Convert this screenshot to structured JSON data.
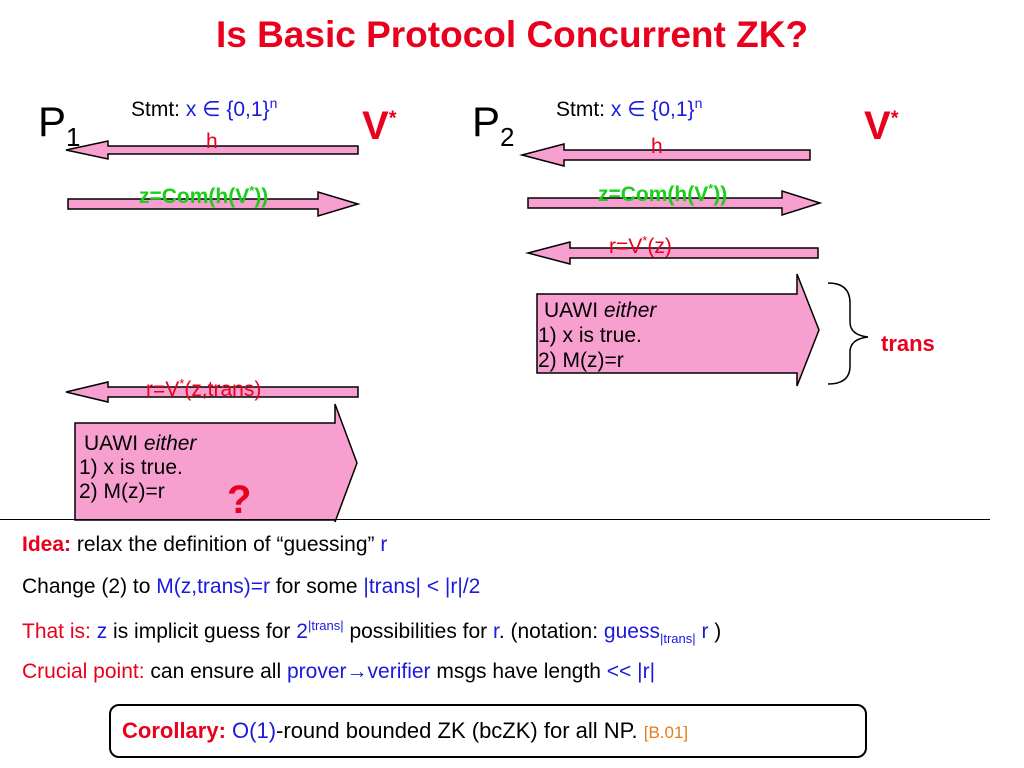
{
  "title": "Is Basic Protocol Concurrent ZK?",
  "left": {
    "prover": "P",
    "prover_sub": "1",
    "verifier": "V",
    "verifier_sup": "*",
    "stmt_label": "Stmt:",
    "stmt_x": "x",
    "stmt_in": "∈",
    "stmt_set": "{0,1}",
    "stmt_sup": "n",
    "msg_h": "h",
    "msg_z_a": "z=Com(h(V",
    "msg_z_sup": "*",
    "msg_z_b": "))",
    "msg_r_a": "r=V",
    "msg_r_sup": "*",
    "msg_r_b": "(z,trans)",
    "box_line1_a": "UAWI ",
    "box_line1_b": "either",
    "box_line2": "1) x is true.",
    "box_line3": "2) M(z)=r",
    "question": "?"
  },
  "right": {
    "prover": "P",
    "prover_sub": "2",
    "verifier": "V",
    "verifier_sup": "*",
    "stmt_label": "Stmt:",
    "stmt_x": "x",
    "stmt_in": "∈",
    "stmt_set": "{0,1}",
    "stmt_sup": "n",
    "msg_h": "h",
    "msg_z_a": "z=Com(h(V",
    "msg_z_sup": "*",
    "msg_z_b": "))",
    "msg_r_a": "r=V",
    "msg_r_sup": "*",
    "msg_r_b": "(z)",
    "box_line1_a": "UAWI ",
    "box_line1_b": "either",
    "box_line2": "1) x is true.",
    "box_line3": "2) M(z)=r",
    "trans_label": "trans"
  },
  "notes": {
    "idea_label": "Idea:",
    "idea_text": " relax the definition of “guessing” ",
    "idea_r": "r",
    "change_a": "Change (2) to ",
    "change_b": "M(z,trans)=r",
    "change_c": " for some ",
    "change_d": "|trans| < |r|/2",
    "thatis_label": "That is: ",
    "thatis_z": "z",
    "thatis_a": " is implicit guess for ",
    "thatis_2": "2",
    "thatis_sup": "|trans|",
    "thatis_b": " possibilities for ",
    "thatis_r": "r",
    "thatis_c": ". (notation: ",
    "thatis_guess": "guess",
    "thatis_sub": "|trans|",
    "thatis_r2": " r",
    "thatis_d": " )",
    "crucial_label": "Crucial point: ",
    "crucial_a": "can ensure all ",
    "crucial_b": "prover",
    "crucial_arrow": "→",
    "crucial_c": "verifier",
    "crucial_d": " msgs have length ",
    "crucial_e": "<< |r|"
  },
  "corollary": {
    "label": "Corollary:",
    "o1": " O(1)",
    "text": "-round bounded ZK (bcZK) for all NP. ",
    "cite": "[B.01]"
  },
  "colors": {
    "title": "#e8001c",
    "arrow_fill": "#f79fcf",
    "green": "#18d018",
    "blue": "#1a1adc",
    "cite": "#e67d1a"
  }
}
